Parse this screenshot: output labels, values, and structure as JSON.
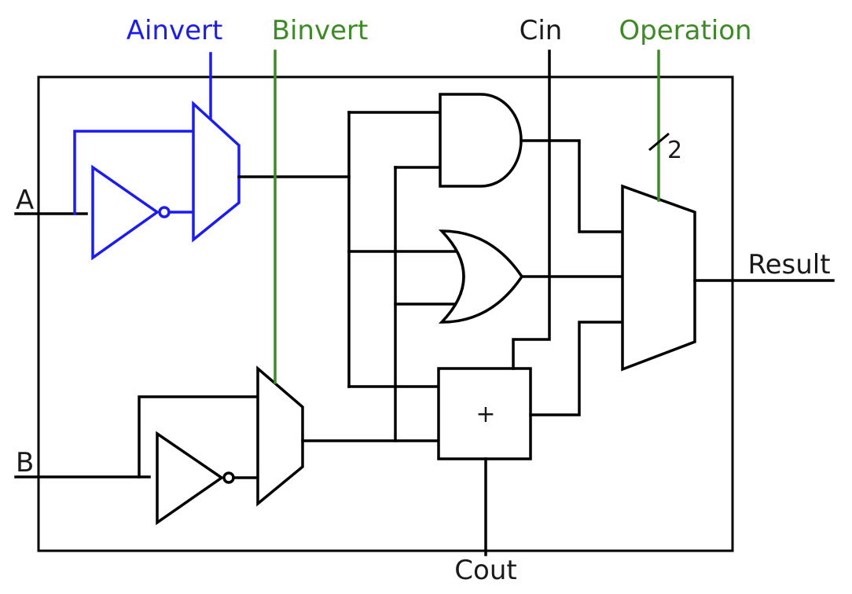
{
  "labels": {
    "ainvert": "Ainvert",
    "binvert": "Binvert",
    "cin": "Cin",
    "operation": "Operation",
    "bus_width": "2",
    "a": "A",
    "b": "B",
    "result": "Result",
    "cout": "Cout",
    "adder_symbol": "+"
  },
  "colors": {
    "ainvert": "#1a1aff",
    "binvert": "#3d8b27",
    "operation": "#3d8b27",
    "wire": "#000000",
    "text": "#1a1a1a"
  },
  "components": {
    "inverters": [
      "inverter-icon",
      "inverter-icon"
    ],
    "multiplexers": [
      "mux-icon",
      "mux-icon",
      "mux-icon"
    ],
    "gates": [
      "and-gate-icon",
      "or-gate-icon"
    ],
    "adder": "adder-icon"
  }
}
